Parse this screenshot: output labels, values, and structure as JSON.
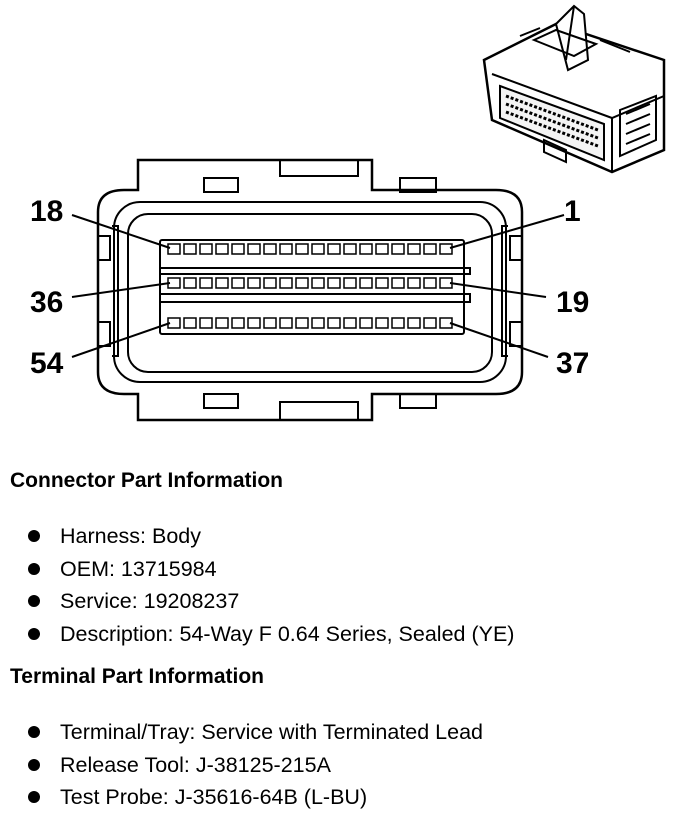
{
  "diagram": {
    "pin_labels": {
      "top_left": "18",
      "top_right": "1",
      "middle_left": "36",
      "middle_right": "19",
      "bottom_left": "54",
      "bottom_right": "37"
    }
  },
  "connector_section": {
    "heading": "Connector Part Information",
    "items": [
      "Harness: Body",
      "OEM: 13715984",
      "Service: 19208237",
      "Description: 54-Way F 0.64 Series, Sealed (YE)"
    ]
  },
  "terminal_section": {
    "heading": "Terminal Part Information",
    "items": [
      "Terminal/Tray: Service with Terminated Lead",
      "Release Tool: J-38125-215A",
      "Test Probe: J-35616-64B (L-BU)"
    ]
  }
}
